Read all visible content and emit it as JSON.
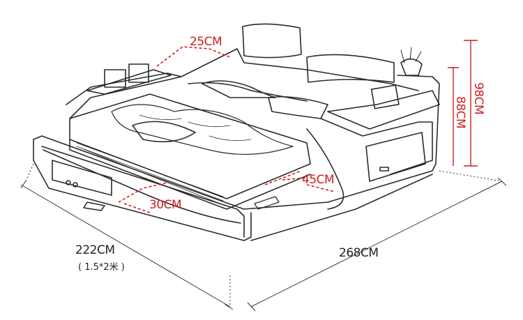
{
  "dimensions": {
    "headboard_cushion": "25CM",
    "overall_height": "98CM",
    "headboard_height": "88CM",
    "side_storage": "45CM",
    "footboard_width": "30CM",
    "length": "222CM",
    "length_note": "( 1.5*2米 )",
    "width": "268CM"
  },
  "colors": {
    "dimension_red": "#cc1f1f",
    "text_black": "#222222",
    "sketch_line": "#2a2a2a"
  }
}
